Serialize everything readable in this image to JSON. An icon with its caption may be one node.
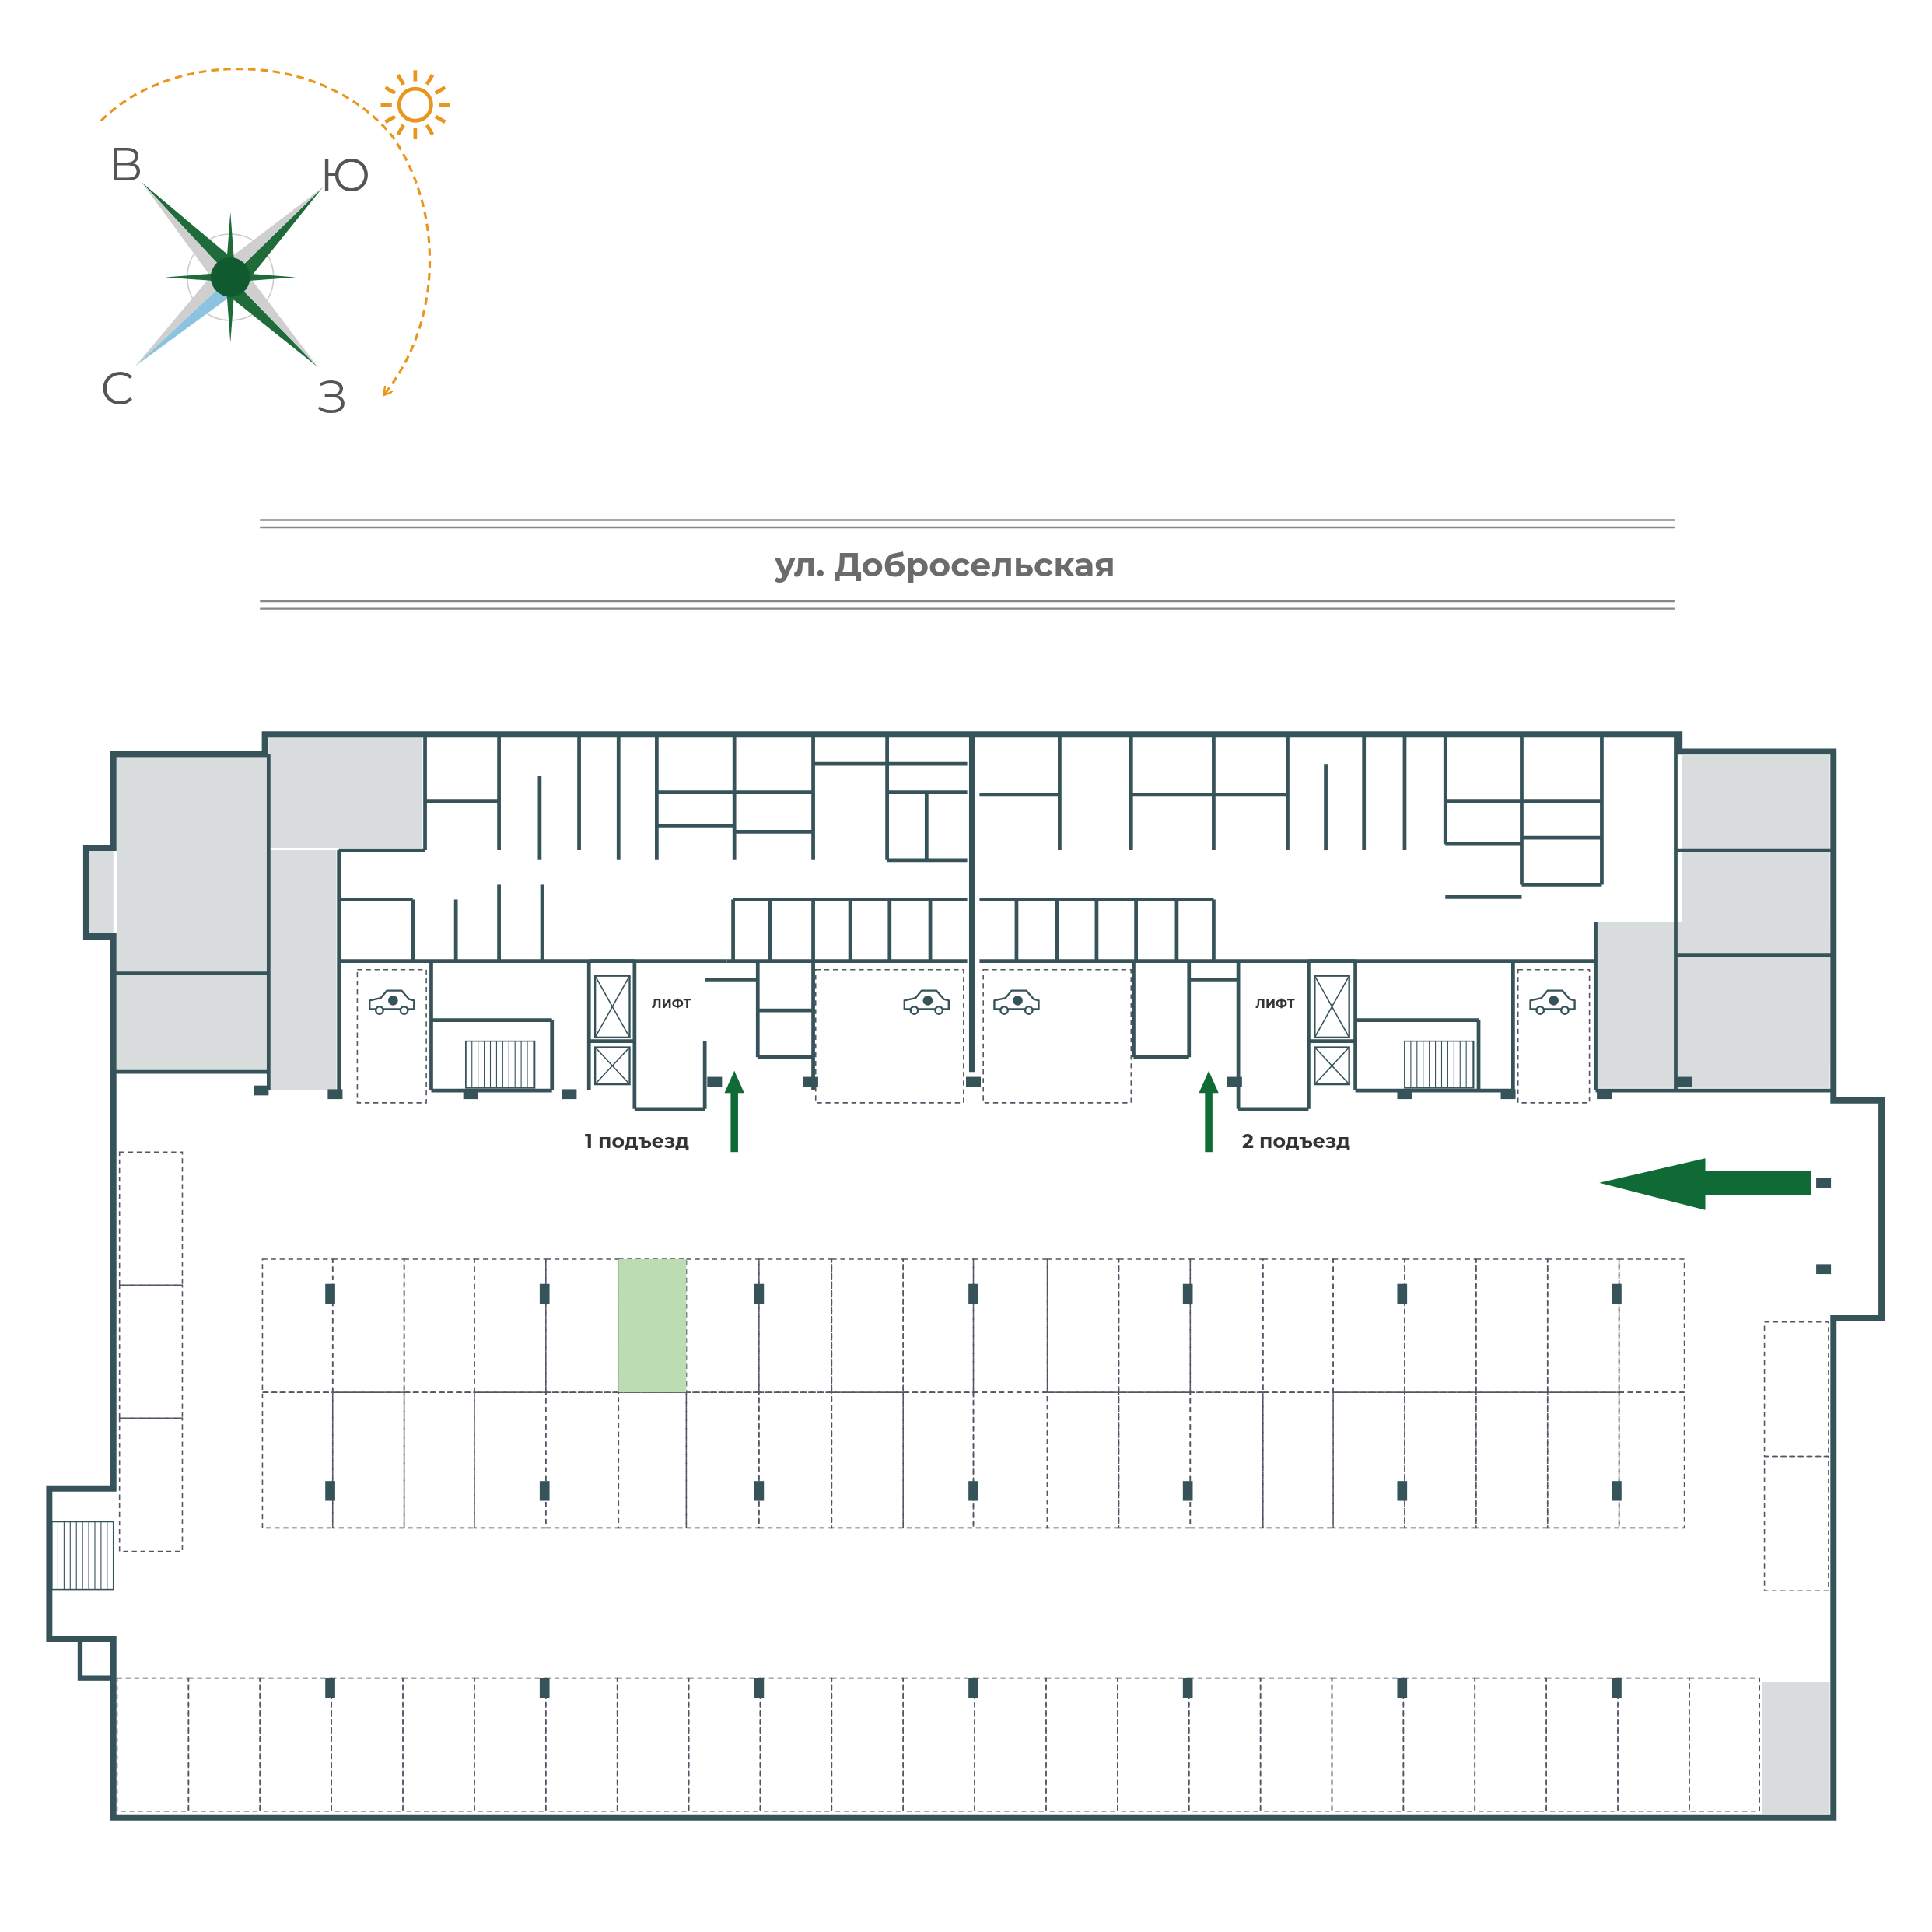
{
  "diagram": {
    "labels": [
      "В",
      "Ю",
      "С",
      "З",
      "ул. Добросельская",
      "ЛИФТ",
      "ЛИФТ",
      "1 подъезд",
      "2 подъезд"
    ]
  }
}
